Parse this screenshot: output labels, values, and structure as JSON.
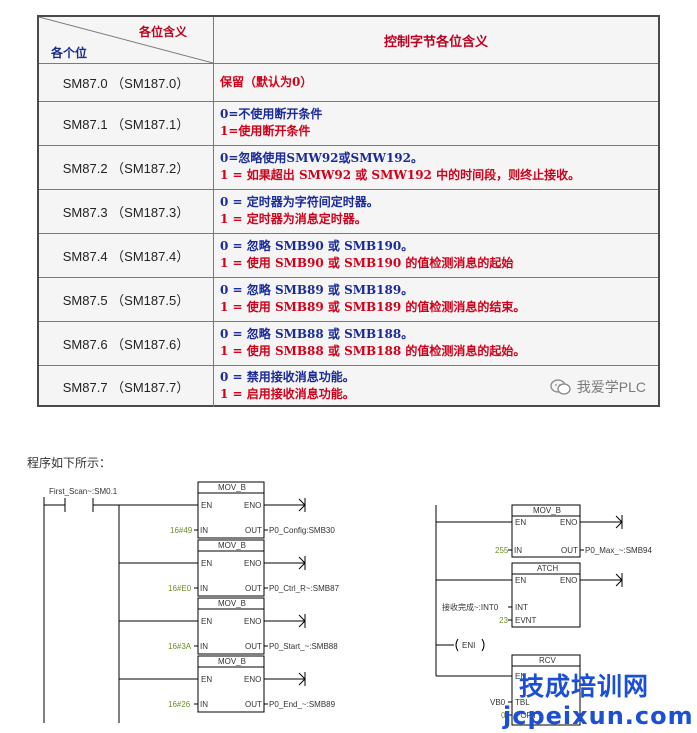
{
  "table": {
    "header": {
      "corner_top": "各位含义",
      "corner_bottom": "各个位",
      "right": "控制字节各位含义"
    },
    "rows": [
      {
        "bit": "SM87.0 （SM187.0）",
        "lines": [
          {
            "text": "保留（默认为0）",
            "color": "red"
          }
        ]
      },
      {
        "bit": "SM87.1 （SM187.1）",
        "lines": [
          {
            "text": "0=不使用断开条件",
            "color": "blue"
          },
          {
            "text": "1=使用断开条件",
            "color": "red"
          }
        ]
      },
      {
        "bit": "SM87.2 （SM187.2）",
        "lines": [
          {
            "text": "0=忽略使用SMW92或SMW192。",
            "color": "blue"
          },
          {
            "text": "1 = 如果超出 SMW92 或 SMW192 中的时间段，则终止接收。",
            "color": "red"
          }
        ]
      },
      {
        "bit": "SM87.3 （SM187.3）",
        "lines": [
          {
            "text": "0 = 定时器为字符间定时器。",
            "color": "blue"
          },
          {
            "text": "1 = 定时器为消息定时器。",
            "color": "red"
          }
        ]
      },
      {
        "bit": "SM87.4 （SM187.4）",
        "lines": [
          {
            "text": "0 = 忽略 SMB90 或 SMB190。",
            "color": "blue"
          },
          {
            "text": "1 = 使用 SMB90 或 SMB190 的值检测消息的起始",
            "color": "red"
          }
        ]
      },
      {
        "bit": "SM87.5 （SM187.5）",
        "lines": [
          {
            "text": "0 = 忽略 SMB89 或 SMB189。",
            "color": "blue"
          },
          {
            "text": "1 = 使用 SMB89 或 SMB189 的值检测消息的结束。",
            "color": "red"
          }
        ]
      },
      {
        "bit": "SM87.6 （SM187.6）",
        "lines": [
          {
            "text": "0 = 忽略 SMB88 或 SMB188。",
            "color": "blue"
          },
          {
            "text": "1 = 使用 SMB88 或 SMB188 的值检测消息的起始。",
            "color": "red"
          }
        ]
      },
      {
        "bit": "SM87.7 （SM187.7）",
        "lines": [
          {
            "text": "0 = 禁用接收消息功能。",
            "color": "blue"
          },
          {
            "text": "1 = 启用接收消息功能。",
            "color": "red"
          }
        ]
      }
    ],
    "watermark": "我爱学PLC"
  },
  "caption": "程序如下所示：",
  "ladder_left": {
    "contact_label": "First_Scan~:SM0.1",
    "blocks": [
      {
        "title": "MOV_B",
        "en": "EN",
        "eno": "ENO",
        "in_label": "IN",
        "out_label": "OUT",
        "in_value": "16#49",
        "out_value": "P0_Config:SMB30"
      },
      {
        "title": "MOV_B",
        "en": "EN",
        "eno": "ENO",
        "in_label": "IN",
        "out_label": "OUT",
        "in_value": "16#E0",
        "out_value": "P0_Ctrl_R~:SMB87"
      },
      {
        "title": "MOV_B",
        "en": "EN",
        "eno": "ENO",
        "in_label": "IN",
        "out_label": "OUT",
        "in_value": "16#3A",
        "out_value": "P0_Start_~:SMB88"
      },
      {
        "title": "MOV_B",
        "en": "EN",
        "eno": "ENO",
        "in_label": "IN",
        "out_label": "OUT",
        "in_value": "16#26",
        "out_value": "P0_End_~:SMB89"
      }
    ]
  },
  "ladder_right": {
    "mov": {
      "title": "MOV_B",
      "en": "EN",
      "eno": "ENO",
      "in_label": "IN",
      "out_label": "OUT",
      "in_value": "255",
      "out_value": "P0_Max_~:SMB94"
    },
    "atch": {
      "title": "ATCH",
      "en": "EN",
      "eno": "ENO",
      "int_label": "INT",
      "evnt_label": "EVNT",
      "int_value": "接收完成~:INT0",
      "evnt_value": "23"
    },
    "eni": "ENI",
    "rcv": {
      "title": "RCV",
      "en": "EN",
      "tbl_label": "TBL",
      "port_label": "PORT",
      "tbl_value": "VB0",
      "port_value": "0"
    }
  },
  "brand": {
    "line1": "技成培训网",
    "line2": "jcpeixun.com"
  },
  "colors": {
    "blue_text": "#1a2a9a",
    "red_text": "#d0021b",
    "brand": "#1a4fd6",
    "init_value": "#6b8e23"
  }
}
